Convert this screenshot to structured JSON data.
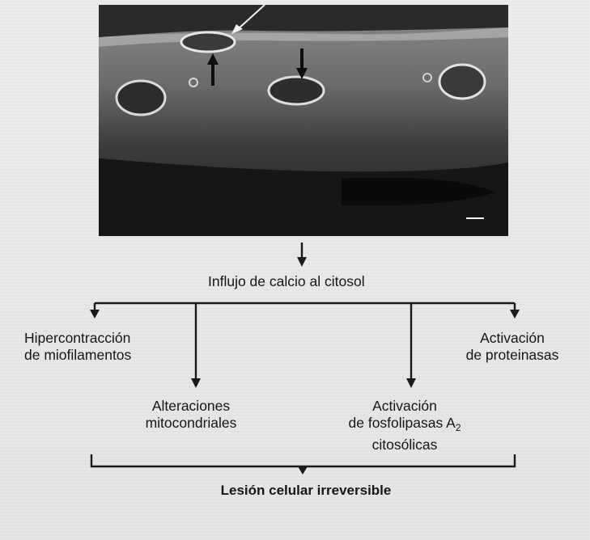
{
  "figure": {
    "micrograph": {
      "kind": "scanning electron micrograph of a muscle fiber surface with membrane lesions"
    },
    "trigger": "Influjo de calcio al citosol",
    "branches": [
      {
        "line1": "Hipercontracción",
        "line2": "de miofilamentos"
      },
      {
        "line1": "Alteraciones",
        "line2": "mitocondriales"
      },
      {
        "line1": "Activación",
        "line2": "de fosfolipasas A",
        "subscript": "2",
        "line3": "citosólicas"
      },
      {
        "line1": "Activación",
        "line2": "de proteinasas"
      }
    ],
    "outcome": "Lesión celular irreversible"
  },
  "colors": {
    "line": "#1a1a1a",
    "background": "#e8e8e8",
    "photo_dark": "#1c1c1c"
  }
}
